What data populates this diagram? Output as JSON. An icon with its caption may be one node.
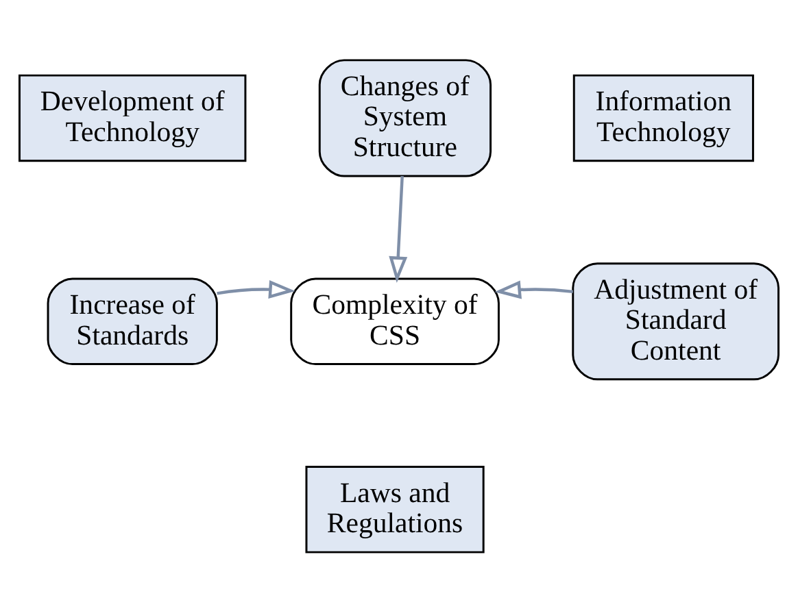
{
  "diagram": {
    "nodes": [
      {
        "text": [
          "Development of Technology"
        ]
      },
      {
        "text": [
          "Information Technology"
        ]
      },
      {
        "text": [
          "Changes of System Structure"
        ]
      },
      {
        "text": [
          "Complexity of CSS"
        ]
      },
      {
        "text": [
          "Increase of Standards"
        ]
      },
      {
        "text": [
          "Adjustment of Standard Content"
        ]
      },
      {
        "text": [
          "Laws and Regulations"
        ]
      }
    ],
    "edges": [
      {
        "from": 2,
        "to": 3,
        "arrow": "to"
      },
      {
        "from": 4,
        "to": 3,
        "arrow": "to"
      },
      {
        "from": 5,
        "to": 3,
        "arrow": "to"
      }
    ]
  }
}
